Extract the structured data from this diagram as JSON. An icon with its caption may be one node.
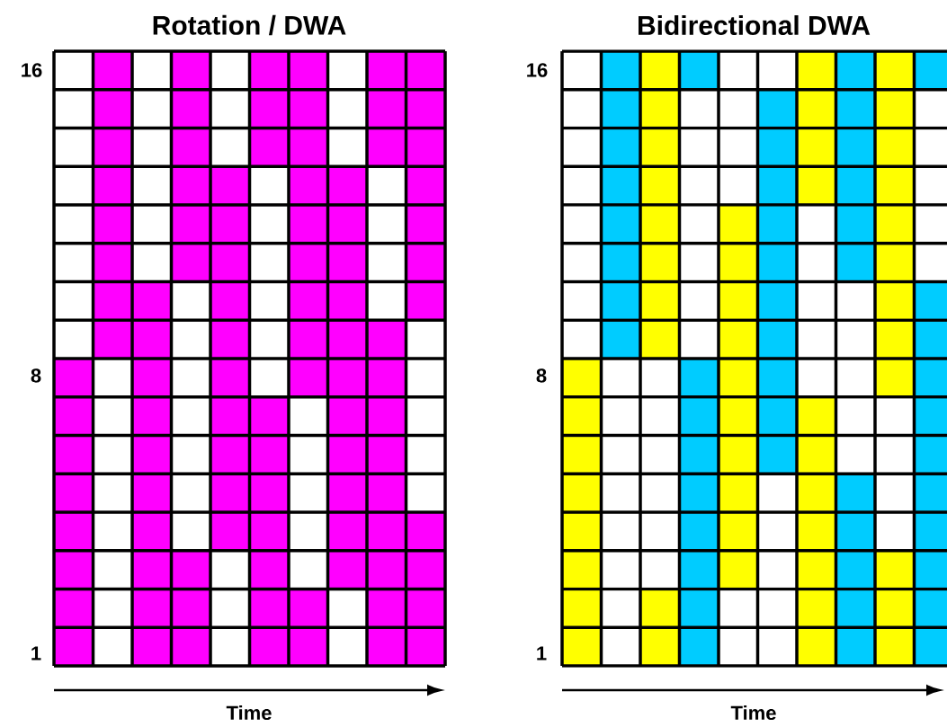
{
  "diagram": {
    "labels": [
      "Rotation / DWA",
      "Bidirectional DWA",
      "16",
      "16",
      "8",
      "8",
      "1",
      "1",
      "Time",
      "Time"
    ]
  }
}
